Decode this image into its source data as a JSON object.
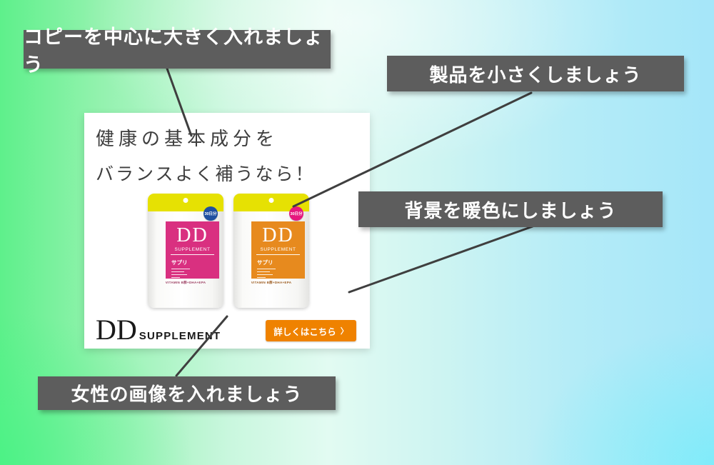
{
  "annotations": {
    "copy_note": "コピーを中心に大きく入れましょう",
    "product_note": "製品を小さくしましょう",
    "background_note": "背景を暖色にしましょう",
    "woman_note": "女性の画像を入れましょう"
  },
  "ad": {
    "headline_line1": "健康の基本成分を",
    "headline_line2": "バランスよく補うなら！",
    "logo": {
      "dd": "DD",
      "rest": "SUPPLEMENT"
    },
    "cta": {
      "label": "詳しくはこちら",
      "chevron": "〉"
    },
    "packages": [
      {
        "name": "pink-package",
        "brand": "DD",
        "sub": "SUPPLEMENT",
        "jp_label": "サプリ",
        "badge": "30日分",
        "footnote": "VITAMIN B群+DHA+EPA"
      },
      {
        "name": "orange-package",
        "brand": "DD",
        "sub": "SUPPLEMENT",
        "jp_label": "サプリ",
        "badge": "30日分",
        "footnote": "VITAMIN B群+DHA+EPA"
      }
    ]
  },
  "colors": {
    "note_box": "#5d5d5d",
    "connector": "#3f3f3f",
    "ad_bg": "#ffffff",
    "yellow_band": "#e6e103",
    "pink_panel": "#d93080",
    "orange_panel": "#e78a1e",
    "blue_badge": "#2050a0",
    "pink_badge": "#e6187e",
    "cta_orange": "#ef8200",
    "headline_text": "#3e3e3e",
    "bg_green": "#5ef08b",
    "bg_cyan": "#a5e6f9"
  }
}
